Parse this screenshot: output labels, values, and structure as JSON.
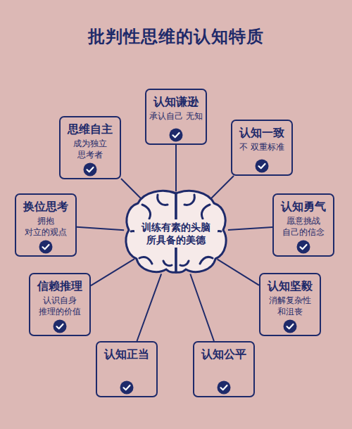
{
  "diagram": {
    "title": "批判性思维的认知特质",
    "nodes": [
      {
        "text": [
          "训练有素的头脑 所具备的美德"
        ]
      },
      {
        "text": [
          "认知谦逊",
          "承认自己 无知"
        ]
      },
      {
        "text": [
          "思维自主",
          "成为独立 思考者"
        ]
      },
      {
        "text": [
          "认知一致",
          "不 双重标准"
        ]
      },
      {
        "text": [
          "换位思考",
          "拥抱 对立的观点"
        ]
      },
      {
        "text": [
          "认知勇气",
          "愿意挑战 自己的信念"
        ]
      },
      {
        "text": [
          "信赖推理",
          "认识自身 推理的价值"
        ]
      },
      {
        "text": [
          "认知坚毅",
          "消解复杂性 和沮丧"
        ]
      },
      {
        "text": [
          "认知正当"
        ]
      },
      {
        "text": [
          "认知公平"
        ]
      }
    ],
    "edges": [
      {
        "from": 0,
        "to": 1,
        "arrow": "none"
      },
      {
        "from": 0,
        "to": 2,
        "arrow": "none"
      },
      {
        "from": 0,
        "to": 3,
        "arrow": "none"
      },
      {
        "from": 0,
        "to": 4,
        "arrow": "none"
      },
      {
        "from": 0,
        "to": 5,
        "arrow": "none"
      },
      {
        "from": 0,
        "to": 6,
        "arrow": "none"
      },
      {
        "from": 0,
        "to": 7,
        "arrow": "none"
      },
      {
        "from": 0,
        "to": 8,
        "arrow": "none"
      },
      {
        "from": 0,
        "to": 9,
        "arrow": "none"
      }
    ]
  }
}
